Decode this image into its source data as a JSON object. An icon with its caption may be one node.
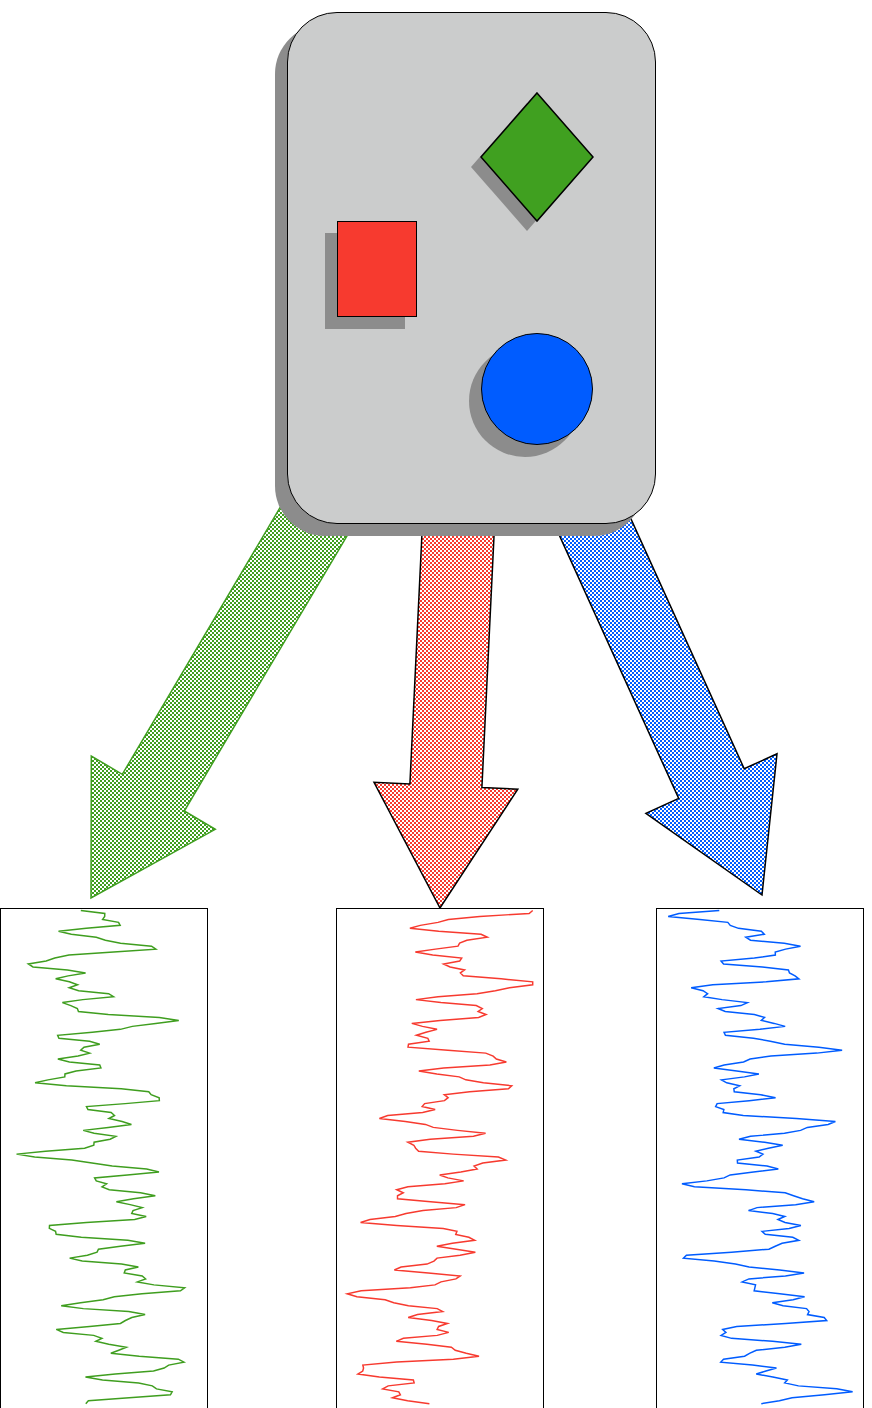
{
  "diagram": {
    "nodes": [
      {
        "text": [],
        "shape": "box"
      },
      {
        "text": [],
        "shape": "diamond",
        "in": 0
      },
      {
        "text": [],
        "shape": "box",
        "in": 0
      },
      {
        "text": [],
        "shape": "circle",
        "in": 0
      },
      {
        "text": [],
        "shape": "box"
      },
      {
        "text": [],
        "shape": "box"
      },
      {
        "text": [],
        "shape": "box"
      }
    ],
    "edges": [
      {
        "from": 0,
        "to": 4,
        "arrow": "to",
        "style": "thick",
        "color": "#3f9e1f"
      },
      {
        "from": 0,
        "to": 5,
        "arrow": "to",
        "style": "thick",
        "color": "#f73a2f"
      },
      {
        "from": 0,
        "to": 6,
        "arrow": "to",
        "style": "thick",
        "color": "#005cff"
      }
    ]
  }
}
